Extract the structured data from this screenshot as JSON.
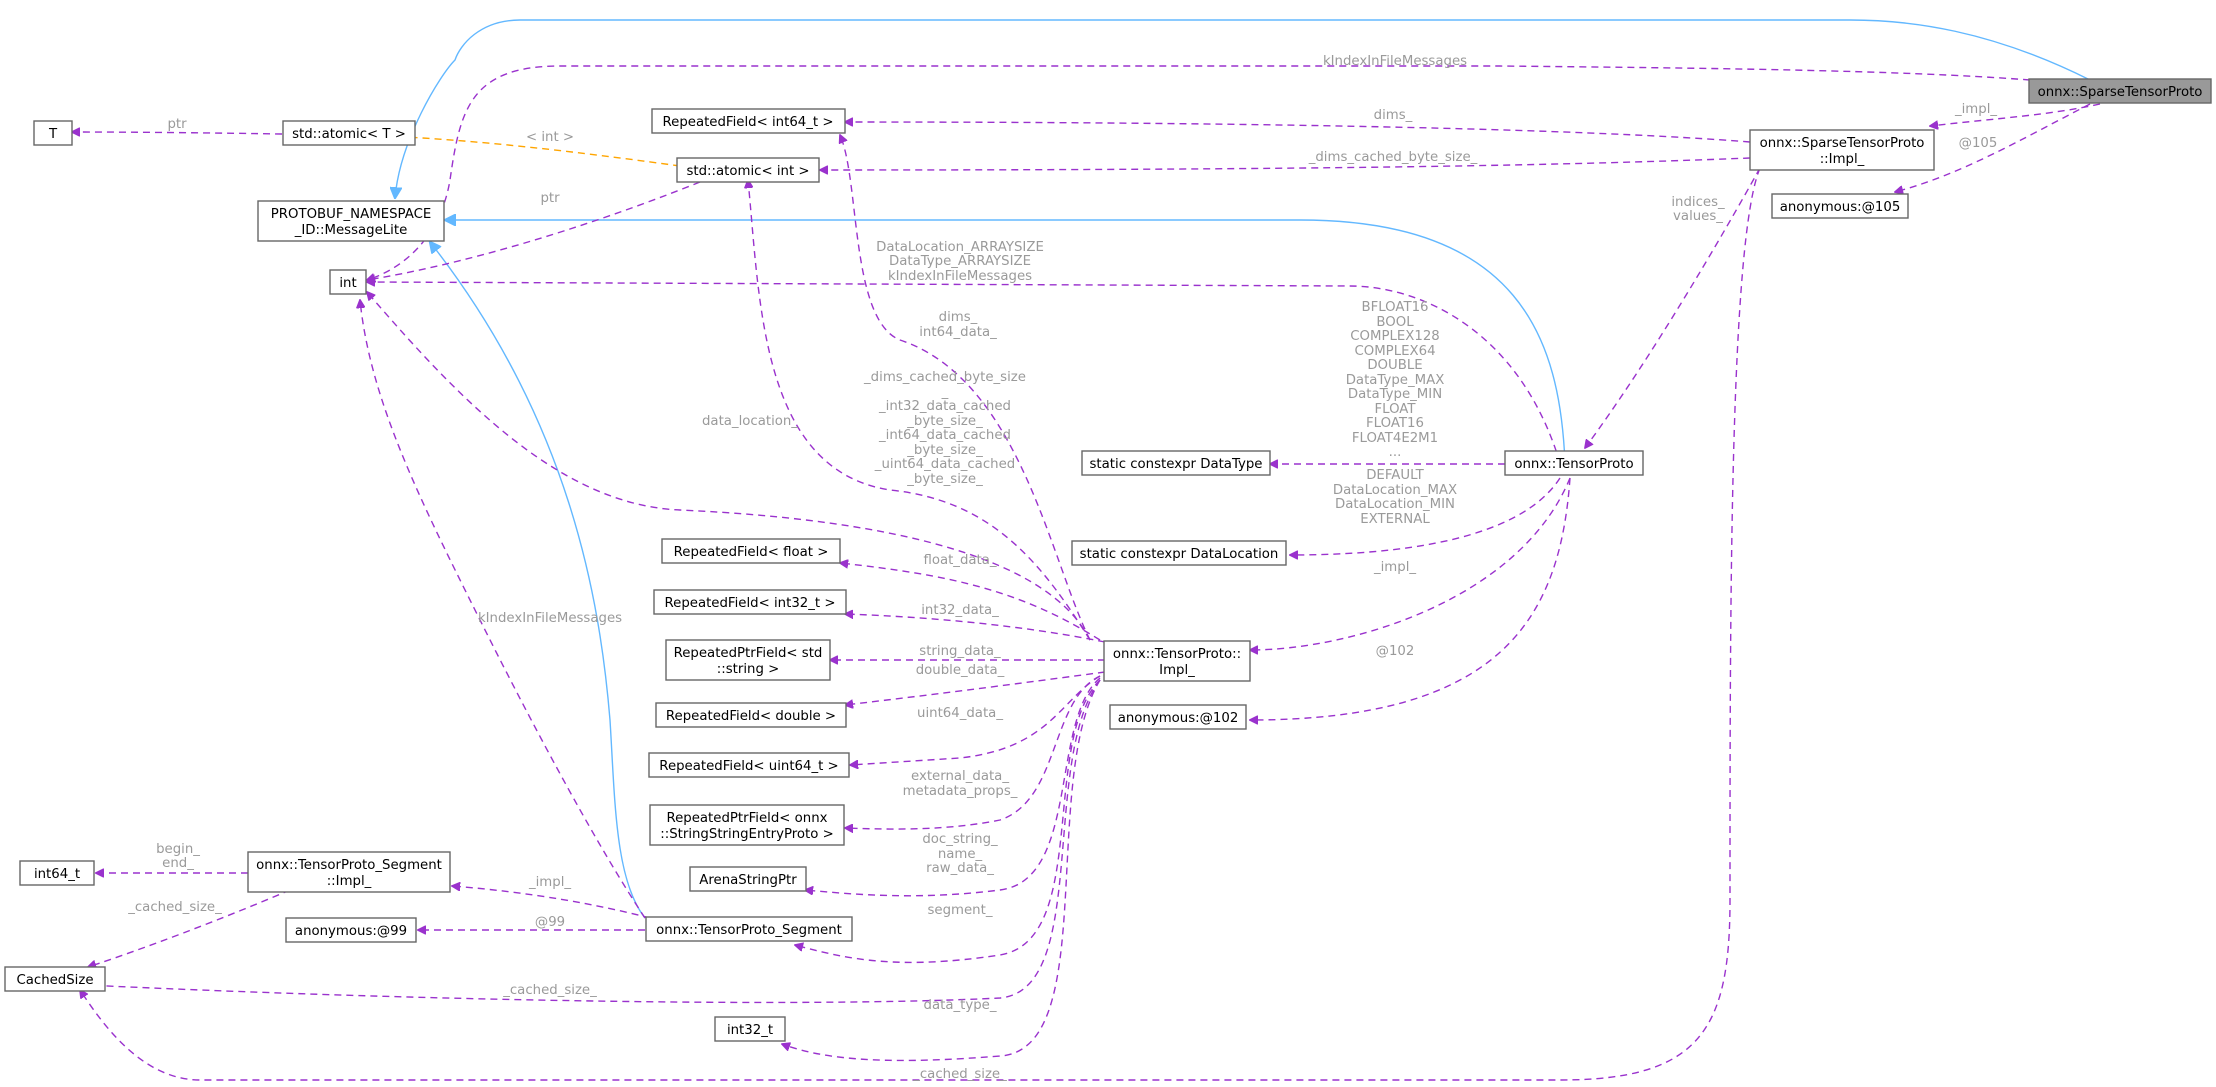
{
  "colors": {
    "dependency": "#9a32cd",
    "inheritance": "#63b8ff",
    "template": "#ffa500",
    "root_fill": "#999999",
    "label": "#9a9a9a"
  },
  "nodes": {
    "sparse_tensor_proto": "onnx::SparseTensorProto",
    "sparse_impl_1": "onnx::SparseTensorProto",
    "sparse_impl_2": "::Impl_",
    "anon105": "anonymous:@105",
    "tensor_proto": "onnx::TensorProto",
    "static_datatype": "static constexpr DataType",
    "static_datalocation": "static constexpr DataLocation",
    "anon102": "anonymous:@102",
    "tp_impl_1": "onnx::TensorProto::",
    "tp_impl_2": "Impl_",
    "rf_int64": "RepeatedField< int64_t >",
    "atomic_int": "std::atomic< int >",
    "atomic_T": "std::atomic< T >",
    "T": "T",
    "msglite_1": "PROTOBUF_NAMESPACE",
    "msglite_2": "_ID::MessageLite",
    "int": "int",
    "rf_float": "RepeatedField< float >",
    "rf_int32": "RepeatedField< int32_t >",
    "rpf_string_1": "RepeatedPtrField< std",
    "rpf_string_2": "::string >",
    "rf_double": "RepeatedField< double >",
    "rf_uint64": "RepeatedField< uint64_t >",
    "rpf_sse_1": "RepeatedPtrField< onnx",
    "rpf_sse_2": "::StringStringEntryProto >",
    "arena_string": "ArenaStringPtr",
    "segment": "onnx::TensorProto_Segment",
    "anon99": "anonymous:@99",
    "seg_impl_1": "onnx::TensorProto_Segment",
    "seg_impl_2": "::Impl_",
    "int64_t": "int64_t",
    "cached_size": "CachedSize",
    "int32_t": "int32_t"
  },
  "edge_labels": {
    "kindex_top": "kIndexInFileMessages",
    "impl_sparse": "_impl_",
    "at105": "@105",
    "dims_sparse": "dims_",
    "dims_cached_sparse": "_dims_cached_byte_size_",
    "indices_values": [
      "indices_",
      "values_"
    ],
    "ptr_T": "ptr",
    "lt_int": "< int >",
    "ptr_int": "ptr",
    "int_from_tp": [
      "DataLocation_ARRAYSIZE",
      "DataType_ARRAYSIZE",
      "kIndexInFileMessages"
    ],
    "datatype_enum": [
      "BFLOAT16",
      "BOOL",
      "COMPLEX128",
      "COMPLEX64",
      "DOUBLE",
      "DataType_MAX",
      "DataType_MIN",
      "FLOAT",
      "FLOAT16",
      "FLOAT4E2M1",
      "..."
    ],
    "datalocation_enum": [
      "DEFAULT",
      "DataLocation_MAX",
      "DataLocation_MIN",
      "EXTERNAL"
    ],
    "impl_tp": "_impl_",
    "at102": "@102",
    "dims_int64data": [
      "dims_",
      "int64_data_"
    ],
    "cached_sizes": [
      "_dims_cached_byte_size",
      "_",
      "_int32_data_cached",
      "_byte_size_",
      "_int64_data_cached",
      "_byte_size_",
      "_uint64_data_cached",
      "_byte_size_"
    ],
    "data_location": "data_location_",
    "float_data": "float_data_",
    "int32_data": "int32_data_",
    "string_data": "string_data_",
    "double_data": "double_data_",
    "uint64_data": "uint64_data_",
    "external_data": [
      "external_data_",
      "metadata_props_"
    ],
    "doc_string": [
      "doc_string_",
      "name_",
      "raw_data_"
    ],
    "segment_edge": "segment_",
    "cached_size_tp": "_cached_size_",
    "data_type": "data_type_",
    "cached_size_sparse": "_cached_size_",
    "kindex_seg": "kIndexInFileMessages",
    "begin_end": [
      "begin_",
      "end_"
    ],
    "cached_size_seg": "_cached_size_",
    "impl_seg": "_impl_",
    "at99": "@99"
  }
}
